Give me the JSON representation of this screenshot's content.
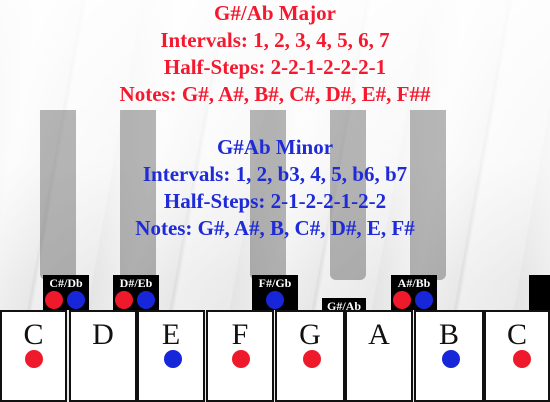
{
  "major": {
    "title": "G#/Ab Major",
    "intervals": "Intervals: 1, 2, 3, 4, 5, 6, 7",
    "half_steps": "Half-Steps: 2-2-1-2-2-2-1",
    "notes": "Notes: G#, A#, B#, C#, D#, E#, F##",
    "color": "#f5182e"
  },
  "minor": {
    "title": "G#Ab Minor",
    "intervals": "Intervals: 1, 2, b3, 4, 5, b6, b7",
    "half_steps": "Half-Steps: 2-1-2-2-1-2-2",
    "notes": "Notes: G#, A#, B, C#, D#, E, F#",
    "color": "#1f2bd8"
  },
  "marker_colors": {
    "major": "#ee1a2b",
    "minor": "#1726d9"
  },
  "white_keys": [
    {
      "label": "C",
      "major": false,
      "minor": false,
      "red_dot": true,
      "blue_dot": false
    },
    {
      "label": "D",
      "major": false,
      "minor": false,
      "red_dot": false,
      "blue_dot": false
    },
    {
      "label": "E",
      "major": false,
      "minor": true,
      "red_dot": false,
      "blue_dot": true
    },
    {
      "label": "F",
      "major": false,
      "minor": false,
      "red_dot": true,
      "blue_dot": false
    },
    {
      "label": "G",
      "major": false,
      "minor": false,
      "red_dot": true,
      "blue_dot": false
    },
    {
      "label": "A",
      "major": false,
      "minor": false,
      "red_dot": false,
      "blue_dot": false
    },
    {
      "label": "B",
      "major": false,
      "minor": true,
      "red_dot": false,
      "blue_dot": true
    },
    {
      "label": "C",
      "major": false,
      "minor": false,
      "red_dot": true,
      "blue_dot": false
    }
  ],
  "black_keys": [
    {
      "label": "C#/Db",
      "red_dot": true,
      "blue_dot": true
    },
    {
      "label": "D#/Eb",
      "red_dot": true,
      "blue_dot": true
    },
    {
      "label": "F#/Gb",
      "red_dot": false,
      "blue_dot": true
    },
    {
      "label": "G#/Ab",
      "red_dot": false,
      "blue_dot": false
    },
    {
      "label": "A#/Bb",
      "red_dot": true,
      "blue_dot": true
    },
    {
      "label": "",
      "red_dot": false,
      "blue_dot": false
    }
  ]
}
